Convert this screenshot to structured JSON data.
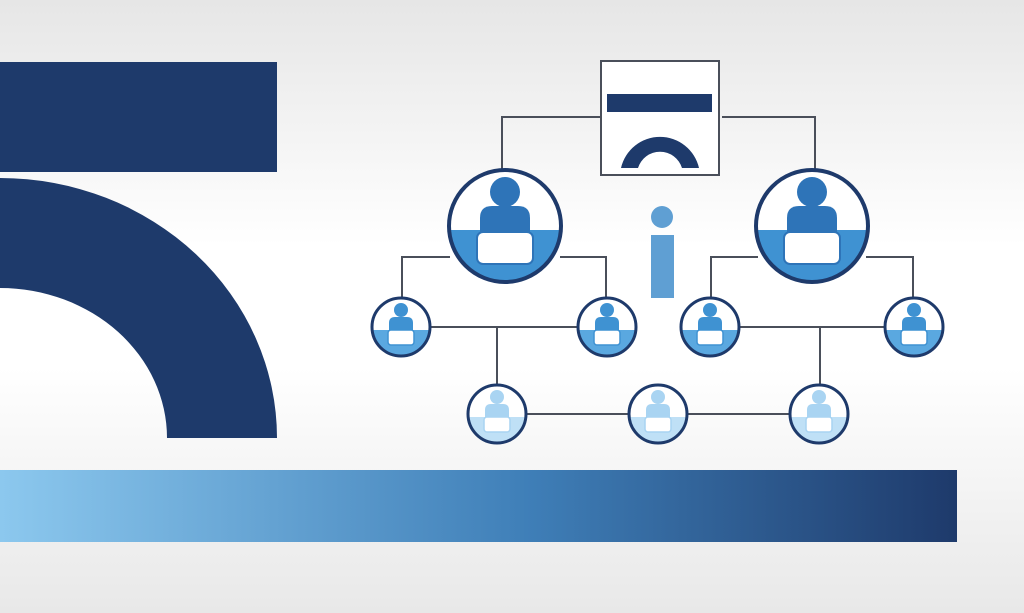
{
  "colors": {
    "navy": "#1e3a6b",
    "blue_mid": "#3f92d2",
    "blue_dark": "#2e74b8",
    "blue_light": "#a9d4f2",
    "blue_pale": "#cfe6f8",
    "info_blue": "#5f9fd3",
    "connector": "#4a4f5a",
    "gradient_start": "#8cc8ee",
    "gradient_end": "#1e3a6b"
  },
  "logo": {
    "icon": "logo-arch-mark"
  },
  "info_badge": {
    "icon": "info-i-icon"
  },
  "org_chart": {
    "levels": [
      {
        "level": 1,
        "count": 2,
        "icon": "person-at-desk-icon",
        "tone": "dark"
      },
      {
        "level": 2,
        "count": 4,
        "icon": "person-at-desk-icon",
        "tone": "mid"
      },
      {
        "level": 3,
        "count": 3,
        "icon": "person-at-desk-icon",
        "tone": "light"
      }
    ]
  }
}
